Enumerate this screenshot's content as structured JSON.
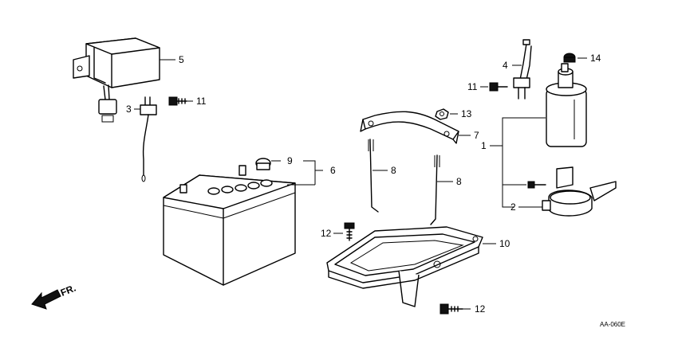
{
  "diagram": {
    "callouts": {
      "c1": "1",
      "c2": "2",
      "c3": "3",
      "c4": "4",
      "c5": "5",
      "c6": "6",
      "c7": "7",
      "c8a": "8",
      "c8b": "8",
      "c9": "9",
      "c10": "10",
      "c11a": "11",
      "c11b": "11",
      "c12a": "12",
      "c12b": "12",
      "c13": "13",
      "c14": "14"
    },
    "front_label": "FR.",
    "drawing_code": "AA-060E"
  }
}
